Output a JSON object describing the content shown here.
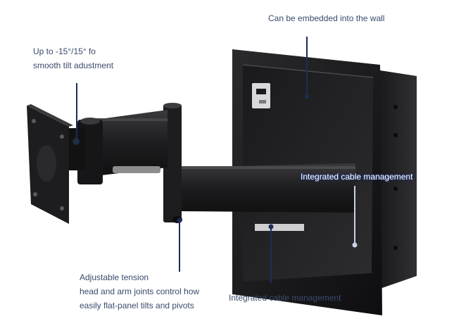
{
  "callouts": {
    "wall": {
      "text": "Can be embedded into the wall"
    },
    "tilt": {
      "line1": "Up  to -15°/15° fo",
      "line2": "smooth tilt adustment"
    },
    "cable_upper": {
      "text": "Integrated cable management"
    },
    "tension": {
      "line1": "Adjustable tension",
      "line2": "head and arm joints control how",
      "line3": "easily flat-panel tilts and pivots"
    },
    "cable_lower": {
      "text": "Integrated cable management"
    }
  },
  "colors": {
    "background": "#ffffff",
    "label_text": "#3a4a6b",
    "leader_line": "#1c2d57",
    "mount_black": "#1b1b1d"
  }
}
